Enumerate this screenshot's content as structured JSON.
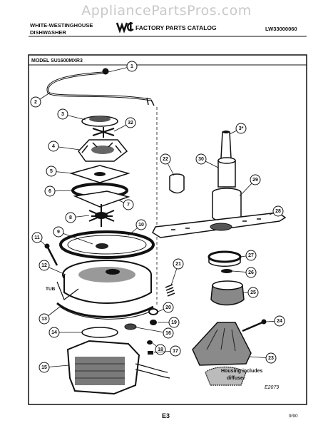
{
  "watermark": "AppliancePartsPros.com",
  "header": {
    "brand_line1": "WHITE-WESTINGHOUSE",
    "brand_line2": "DISHWASHER",
    "catalog_title": "FACTORY PARTS CATALOG",
    "catalog_number": "LW33000060"
  },
  "model": "MODEL SU1600MXR3",
  "labels": {
    "tub": "TUB",
    "housing_line1": "Housing includes",
    "housing_line2": "diffuser"
  },
  "footer": {
    "drawing_code": "E2079",
    "page_code": "E3",
    "date_code": "9/90"
  },
  "callouts": [
    "1",
    "2",
    "3",
    "32",
    "4",
    "5",
    "6",
    "7",
    "8",
    "9",
    "10",
    "11",
    "12",
    "13",
    "14",
    "15",
    "3*",
    "30",
    "22",
    "29",
    "28",
    "21",
    "27",
    "26",
    "25",
    "20",
    "19",
    "18",
    "17",
    "16",
    "24",
    "23"
  ]
}
